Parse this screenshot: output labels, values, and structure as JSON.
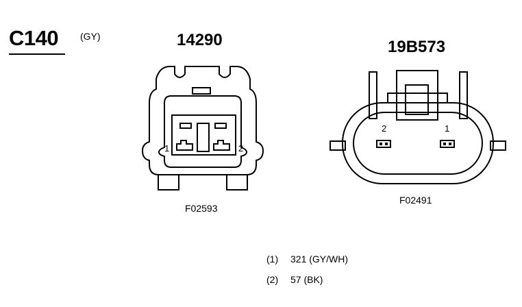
{
  "connector": {
    "id": "C140",
    "color_code": "(GY)"
  },
  "views": [
    {
      "part_number": "14290",
      "figure_code": "F02593",
      "pin_labels": [
        "1",
        "2"
      ]
    },
    {
      "part_number": "19B573",
      "figure_code": "F02491",
      "pin_labels": [
        "2",
        "1"
      ]
    }
  ],
  "pinout": [
    {
      "pin": "(1)",
      "circuit": "321 (GY/WH)"
    },
    {
      "pin": "(2)",
      "circuit": "57 (BK)"
    }
  ]
}
